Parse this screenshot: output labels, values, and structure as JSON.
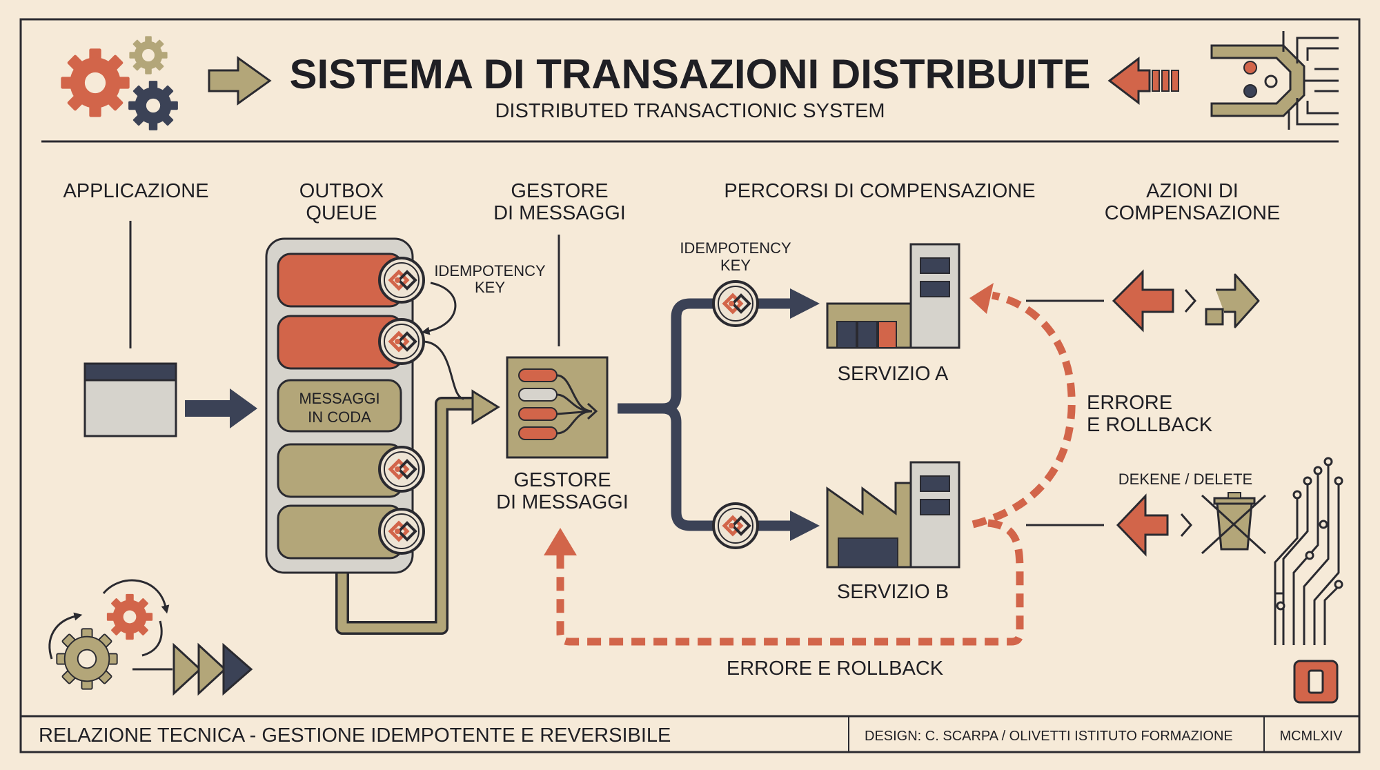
{
  "header": {
    "title": "SISTEMA DI TRANSAZIONI DISTRIBUITE",
    "subtitle": "DISTRIBUTED TRANSACTIONIC SYSTEM"
  },
  "columns": {
    "applicazione": "APPLICAZIONE",
    "outbox_line1": "OUTBOX",
    "outbox_line2": "QUEUE",
    "gestore_line1": "GESTORE",
    "gestore_line2": "DI MESSAGGI",
    "percorsi": "PERCORSI DI COMPENSAZIONE",
    "azioni_line1": "AZIONI DI",
    "azioni_line2": "COMPENSAZIONE"
  },
  "outbox": {
    "idempotency_line1": "IDEMPOTENCY",
    "idempotency_line2": "KEY",
    "queued_line1": "MESSAGGI",
    "queued_line2": "IN CODA"
  },
  "broker": {
    "label_line1": "GESTORE",
    "label_line2": "DI MESSAGGI"
  },
  "routes": {
    "idempotency_line1": "IDEMPOTENCY",
    "idempotency_line2": "KEY"
  },
  "services": {
    "a": "SERVIZIO A",
    "b": "SERVIZIO B"
  },
  "rollback": {
    "right_line1": "ERRORE",
    "right_line2": "E ROLLBACK",
    "bottom": "ERRORE E ROLLBACK"
  },
  "actions": {
    "delete_label": "DEKENE / DELETE"
  },
  "footer": {
    "left": "RELAZIONE TECNICA - GESTIONE IDEMPOTENTE E REVERSIBILE",
    "credit": "DESIGN: C. SCARPA / OLIVETTI ISTITUTO FORMAZIONE",
    "year": "MCMLXIV"
  },
  "colors": {
    "background": "#f6ead8",
    "orange": "#d2654a",
    "olive": "#b3a679",
    "navy": "#3b4256",
    "grey": "#d6d3cc",
    "ink": "#1f1f24"
  }
}
